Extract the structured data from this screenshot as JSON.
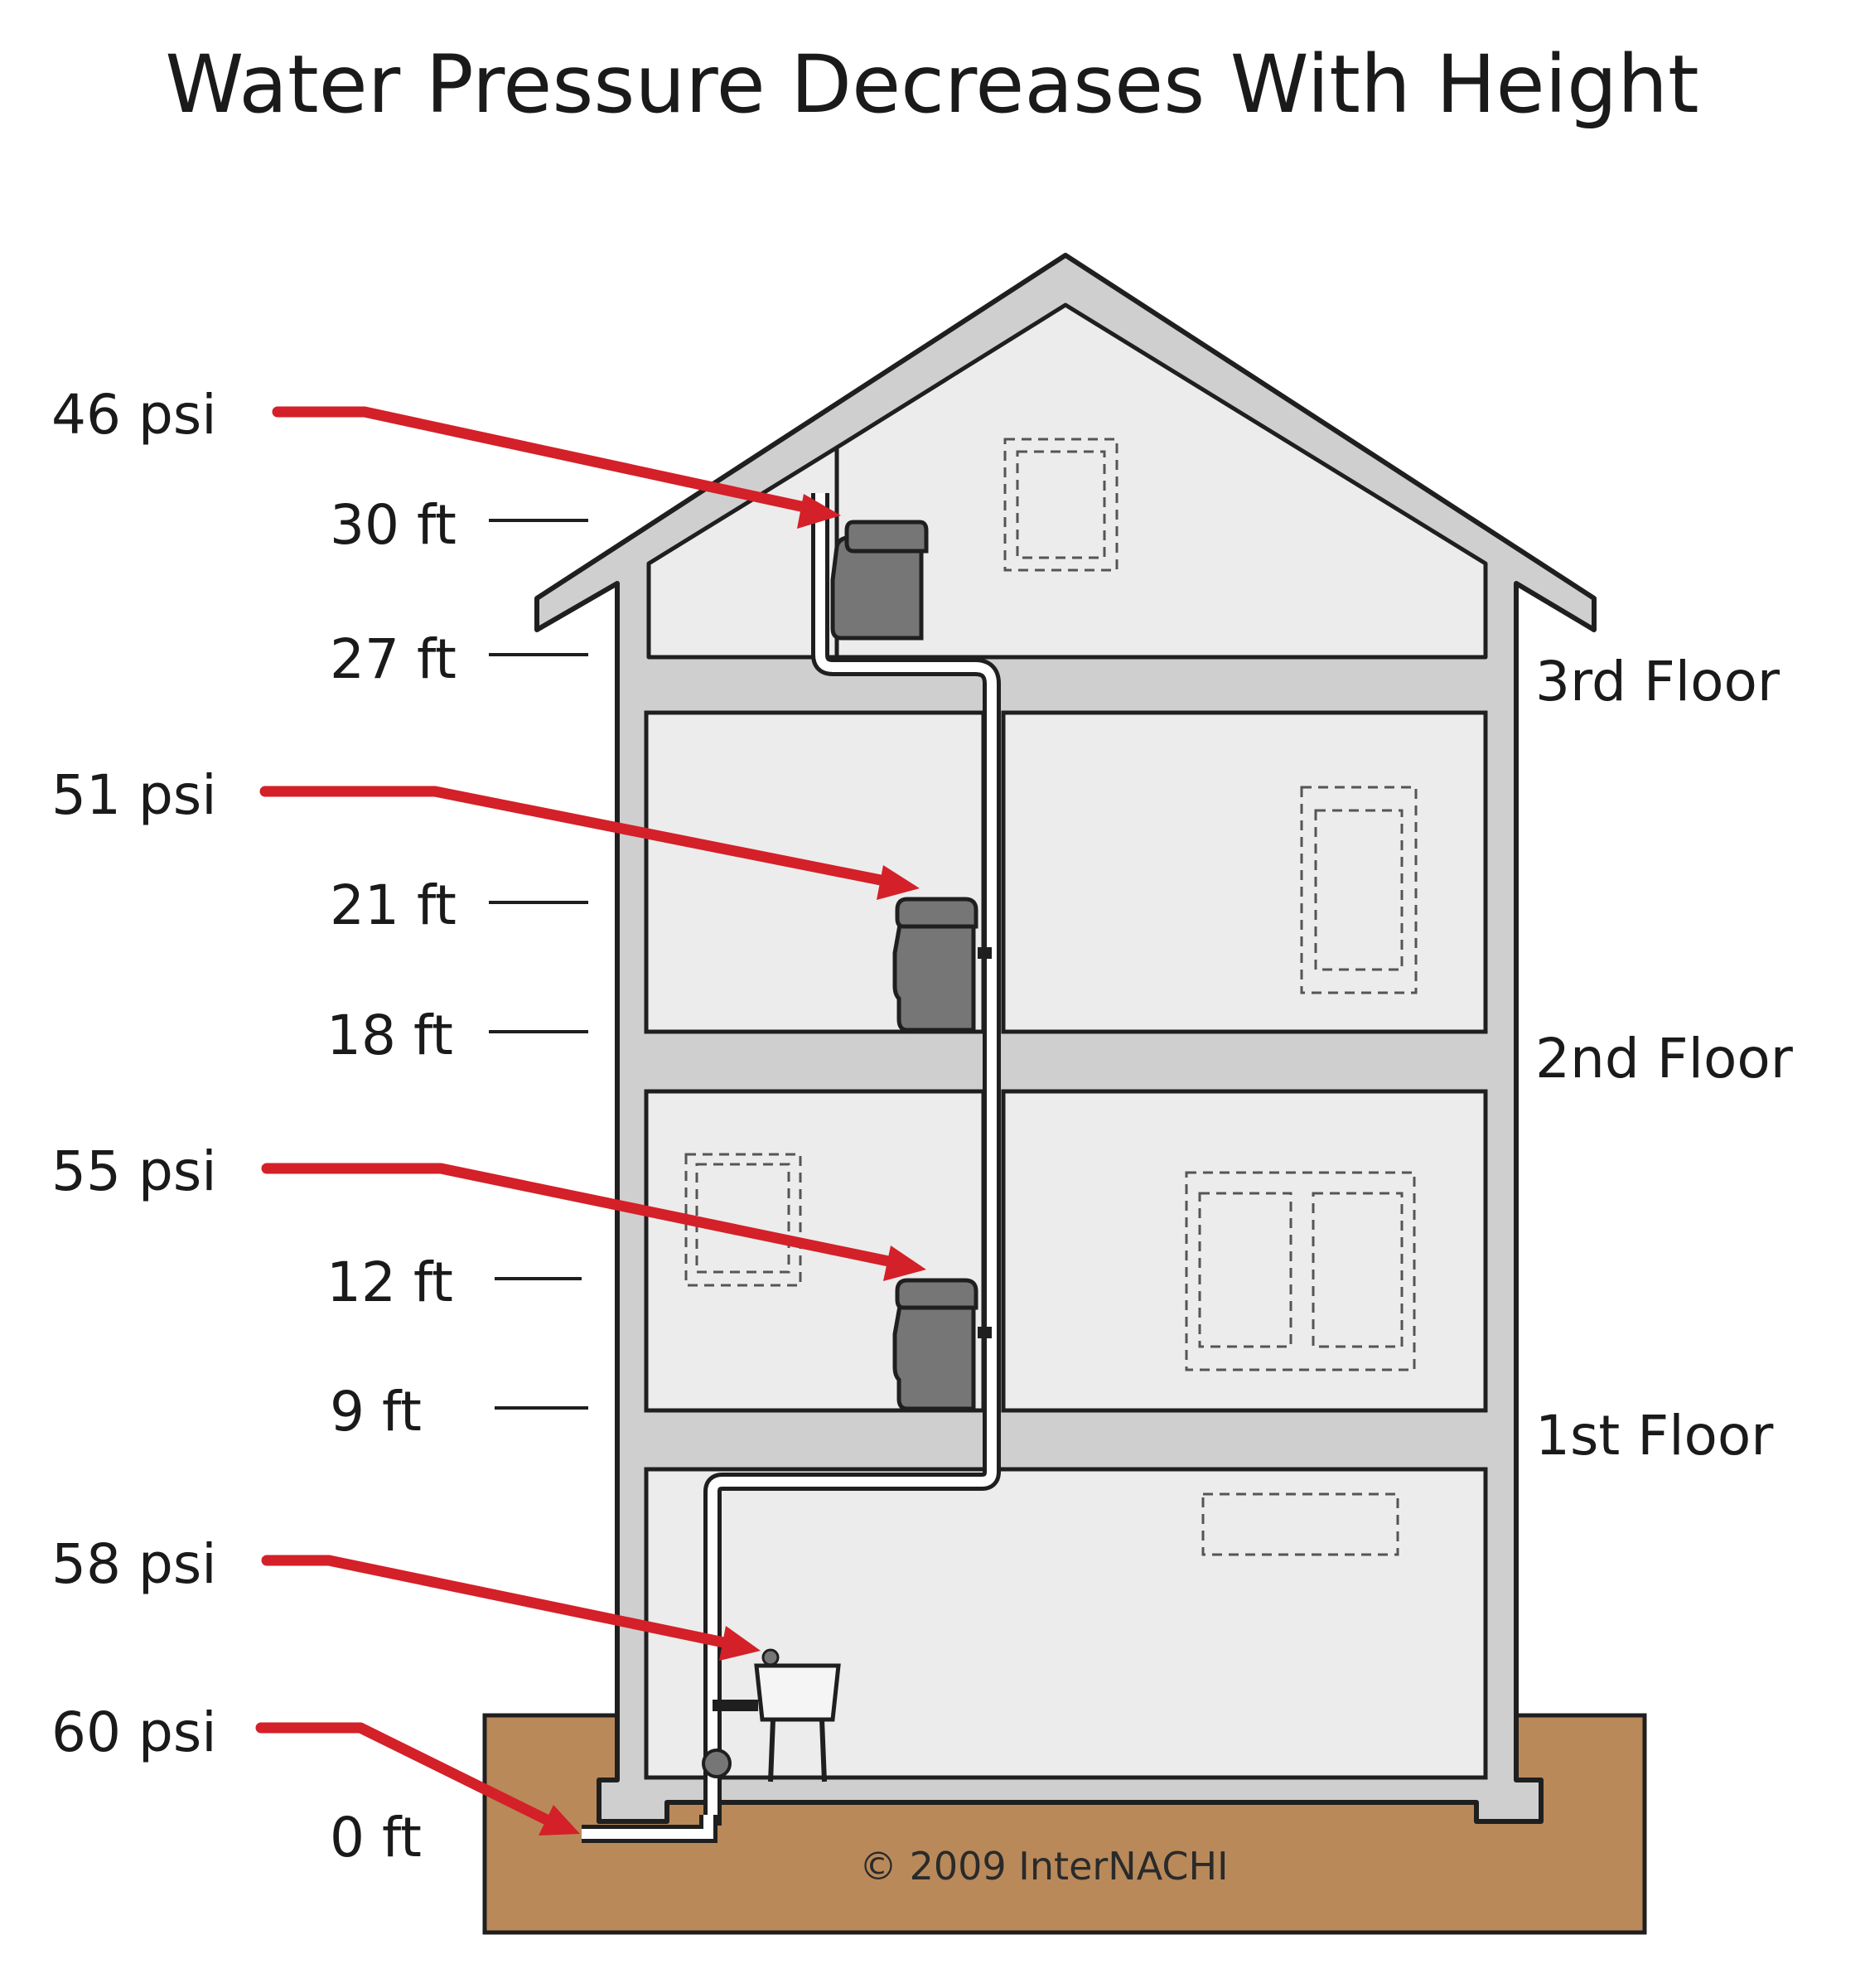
{
  "title": "Water Pressure Decreases With Height",
  "pressure_labels": [
    "46 psi",
    "51 psi",
    "55 psi",
    "58 psi",
    "60 psi"
  ],
  "height_labels": [
    "30 ft",
    "27 ft",
    "21 ft",
    "18 ft",
    "12 ft",
    "9 ft",
    "0 ft"
  ],
  "floor_labels": [
    "3rd Floor",
    "2nd Floor",
    "1st Floor"
  ],
  "copyright": "© 2009  InterNACHI",
  "colors": {
    "arrow": "#d42028",
    "wall": "#cfcfcf",
    "room": "#ececec",
    "fixture": "#767676",
    "ground": "#b9895a",
    "outline": "#1f1f1f"
  }
}
